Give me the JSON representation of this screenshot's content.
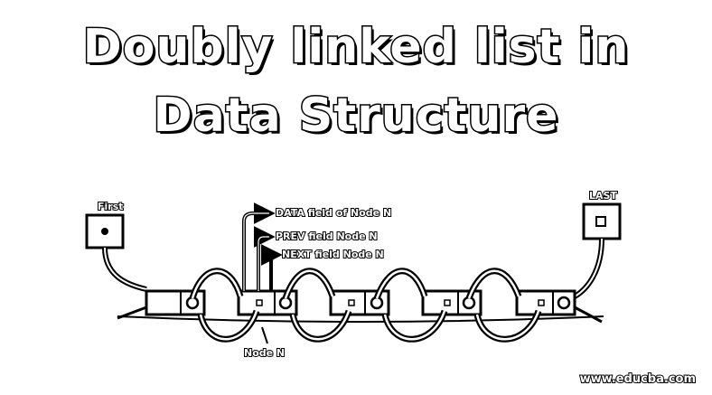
{
  "title": {
    "line1": "Doubly linked list in",
    "line2": "Data Structure"
  },
  "labels": {
    "first": "First",
    "last": "LAST",
    "data_field": "DATA field of Node N",
    "prev_field": "PREV field Node N",
    "next_field": "NEXT field Node N",
    "node_n": "Node N"
  },
  "watermark": "www.educba.com",
  "nodes": [
    "node-1",
    "node-n",
    "node-3",
    "node-4",
    "node-5"
  ],
  "colors": {
    "ink": "#000000",
    "paper": "#ffffff"
  }
}
